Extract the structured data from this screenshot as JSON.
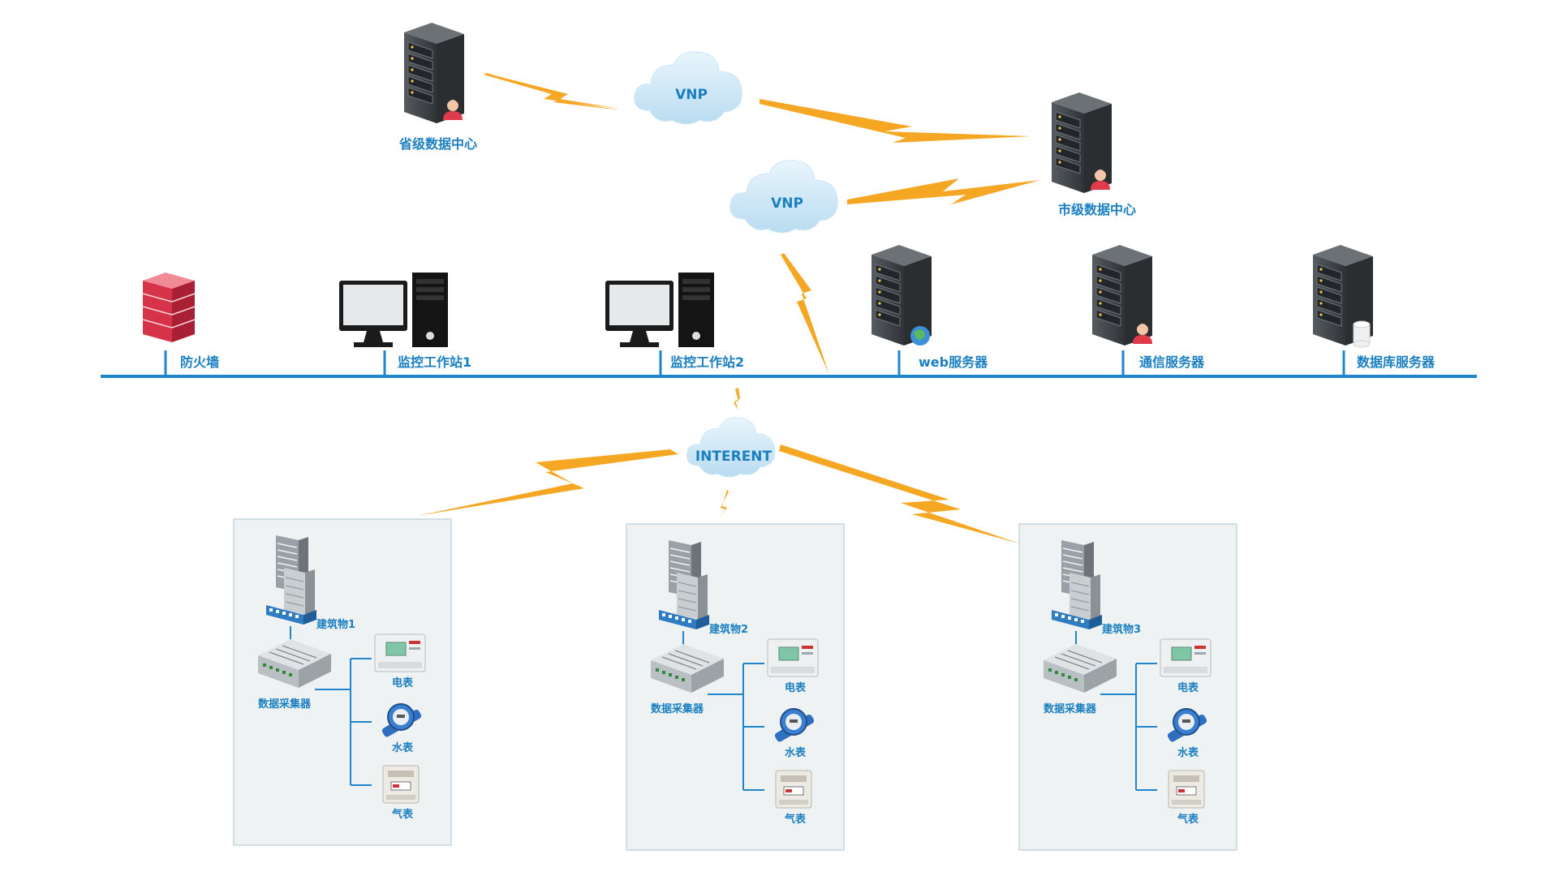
{
  "clouds": {
    "vnp_top": "VNP",
    "vnp_mid": "VNP",
    "internet": "INTERENT"
  },
  "data_centers": {
    "provincial": "省级数据中心",
    "city": "市级数据中心"
  },
  "network_nodes": {
    "firewall": "防火墙",
    "workstation1": "监控工作站1",
    "workstation2": "监控工作站2",
    "web_server": "web服务器",
    "comm_server": "通信服务器",
    "db_server": "数据库服务器"
  },
  "buildings": [
    {
      "name": "建筑物1",
      "collector": "数据采集器",
      "meters": [
        "电表",
        "水表",
        "气表"
      ]
    },
    {
      "name": "建筑物2",
      "collector": "数据采集器",
      "meters": [
        "电表",
        "水表",
        "气表"
      ]
    },
    {
      "name": "建筑物3",
      "collector": "数据采集器",
      "meters": [
        "电表",
        "水表",
        "气表"
      ]
    }
  ],
  "colors": {
    "network_line": "#1f86cc",
    "label": "#1a7fc0",
    "lightning": "#f5a623",
    "panel_bg": "#eff2f3",
    "panel_border": "#c5d6df",
    "cloud": "#cfe8f6",
    "firewall": "#d6334a",
    "server": "#3f4447"
  },
  "icons": [
    "server-icon",
    "firewall-icon",
    "workstation-icon",
    "cloud-icon",
    "building-icon",
    "data-collector-icon",
    "electric-meter-icon",
    "water-meter-icon",
    "gas-meter-icon",
    "lightning-link-icon"
  ]
}
